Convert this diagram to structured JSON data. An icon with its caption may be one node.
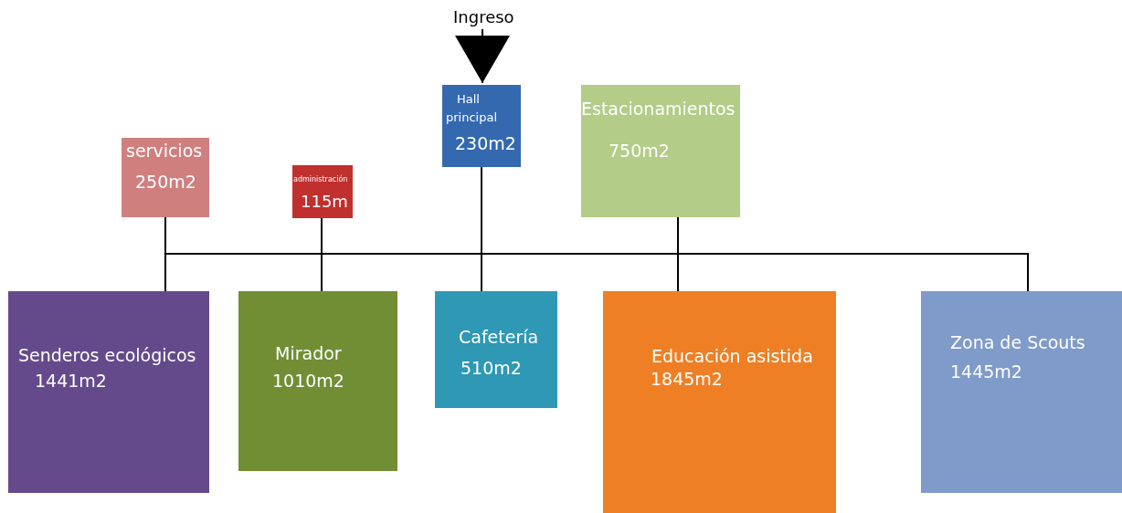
{
  "diagram": {
    "nodes": [
      {
        "text": [
          "Ingreso"
        ]
      },
      {
        "text": [
          "Hall principal",
          "230m2"
        ]
      },
      {
        "text": [
          "servicios",
          "250m2"
        ]
      },
      {
        "text": [
          "administración",
          "115m"
        ]
      },
      {
        "text": [
          "Estacionamientos",
          "750m2"
        ]
      },
      {
        "text": [
          "Senderos ecológicos",
          "1441m2"
        ]
      },
      {
        "text": [
          "Mirador",
          "1010m2"
        ]
      },
      {
        "text": [
          "Cafetería",
          "510m2"
        ]
      },
      {
        "text": [
          "Educación asistida",
          "1845m2"
        ]
      },
      {
        "text": [
          "Zona de Scouts",
          "1445m2"
        ]
      }
    ],
    "edges": [
      {
        "from": 0,
        "to": 1,
        "arrow": "to"
      },
      {
        "from": 1,
        "to": 2,
        "arrow": "none"
      },
      {
        "from": 1,
        "to": 5,
        "arrow": "none"
      },
      {
        "from": 1,
        "to": 3,
        "arrow": "none"
      },
      {
        "from": 1,
        "to": 6,
        "arrow": "none"
      },
      {
        "from": 1,
        "to": 7,
        "arrow": "none"
      },
      {
        "from": 1,
        "to": 4,
        "arrow": "none"
      },
      {
        "from": 1,
        "to": 8,
        "arrow": "none"
      },
      {
        "from": 1,
        "to": 9,
        "arrow": "none"
      }
    ]
  }
}
